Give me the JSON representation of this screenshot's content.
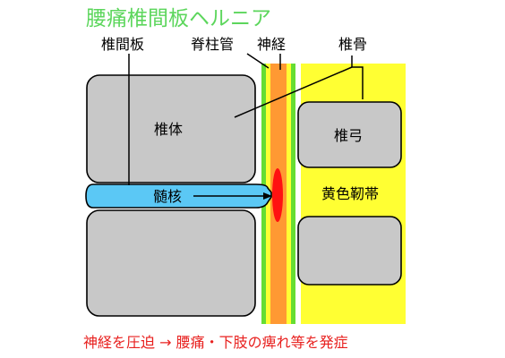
{
  "title": "腰痛椎間板ヘルニア",
  "labels": {
    "disc": "椎間板",
    "spinal_canal": "脊柱管",
    "nerve": "神経",
    "vertebra": "椎骨",
    "vertebral_body": "椎体",
    "vertebral_arch": "椎弓",
    "nucleus": "髄核",
    "ligament": "黄色靭帯"
  },
  "caption": "神経を圧迫 → 腰痛・下肢の痺れ等を発症",
  "colors": {
    "title": "#5CD65C",
    "bone_fill": "#C8C8C8",
    "nucleus_fill": "#5BC8F5",
    "canal_green": "#66DD33",
    "canal_orange": "#FF9933",
    "ligament_yellow": "#FFFF33",
    "herniation_red": "#FF1111",
    "caption": "#E8211F"
  }
}
